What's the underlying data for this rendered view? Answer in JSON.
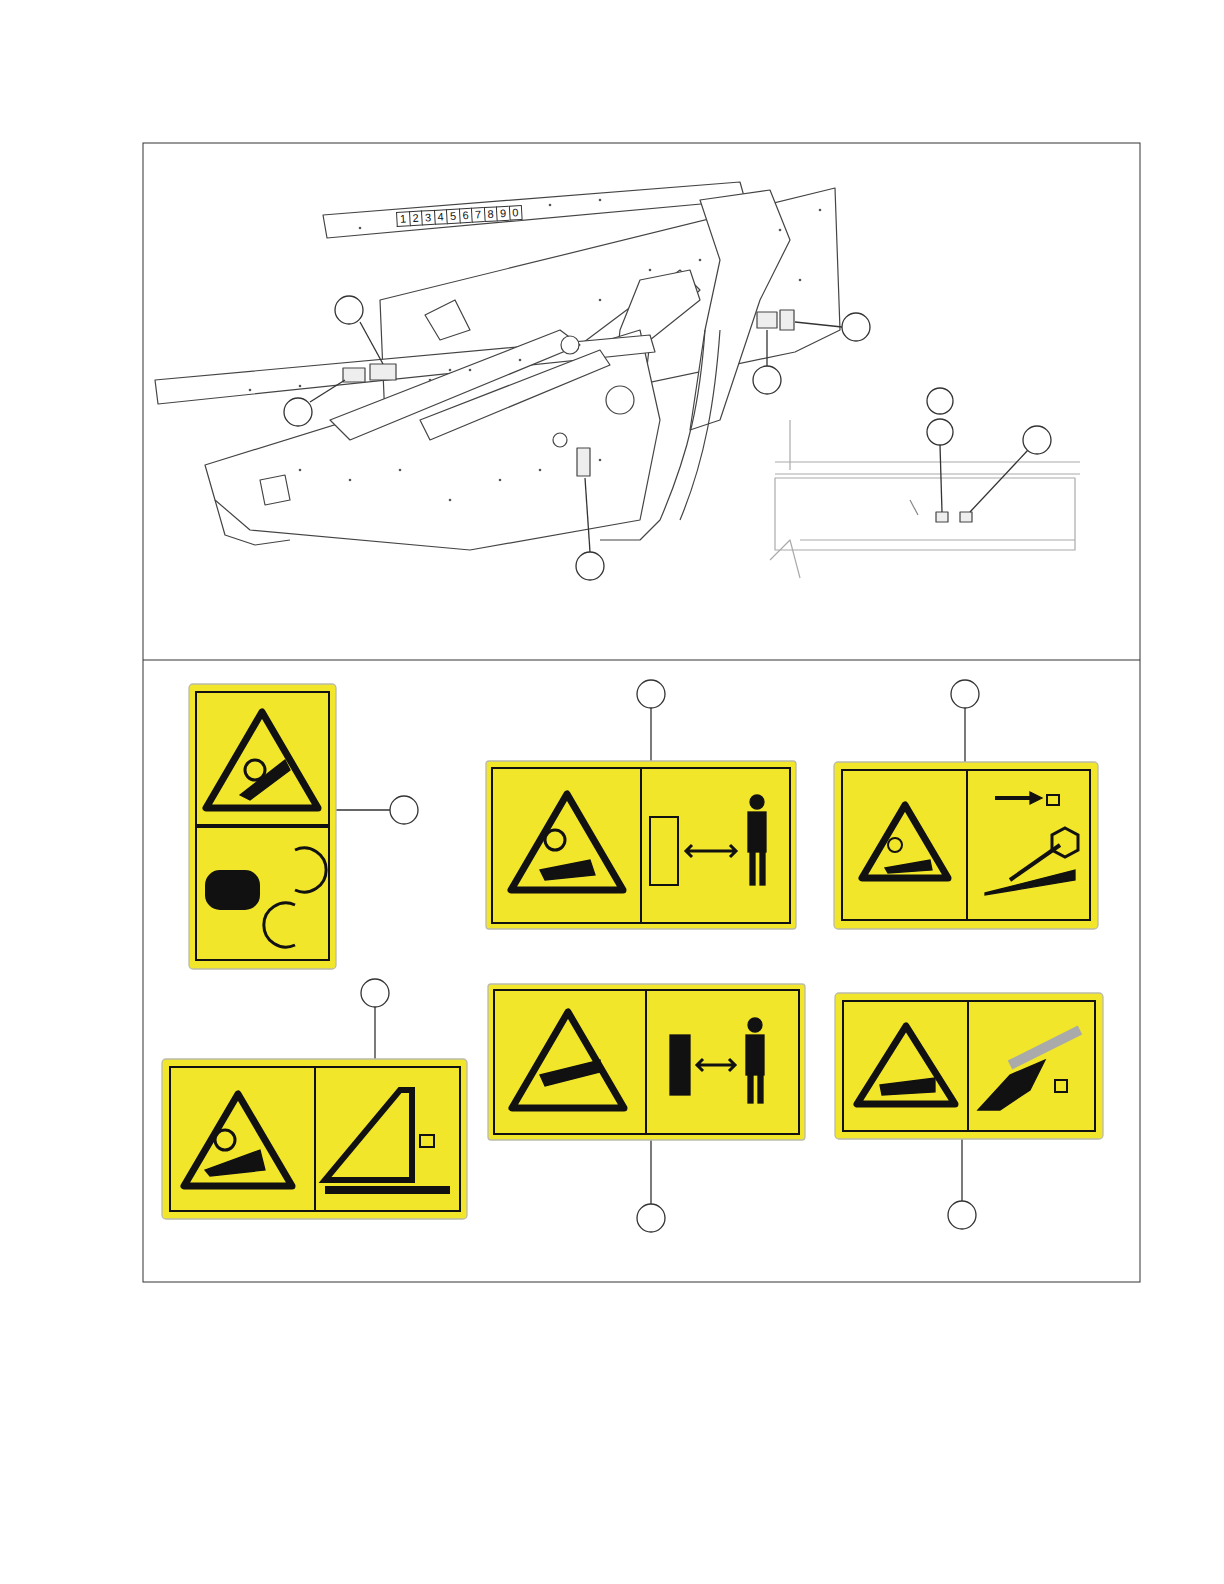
{
  "diagram": {
    "labels": [
      "1",
      "2",
      "3",
      "4",
      "5",
      "6",
      "7",
      "8",
      "9",
      "0"
    ]
  }
}
